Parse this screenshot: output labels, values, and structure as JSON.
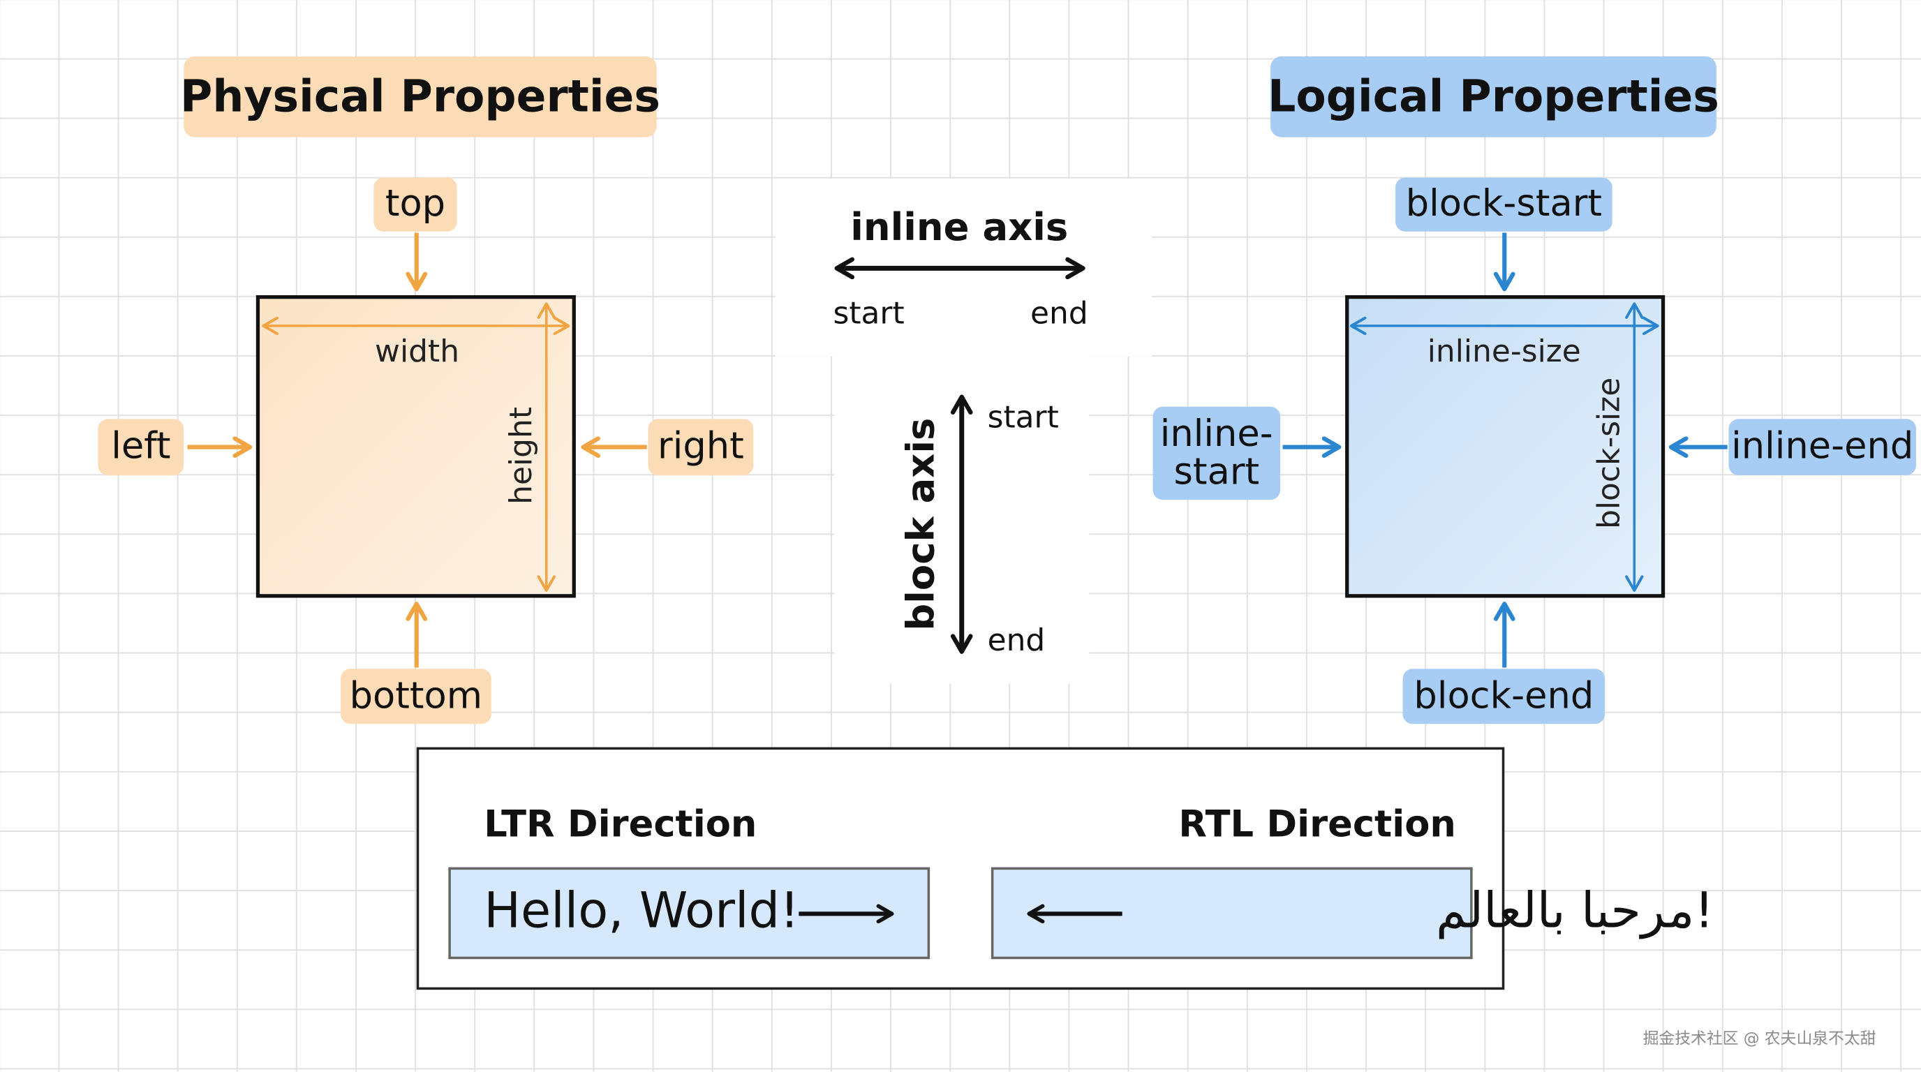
{
  "colors": {
    "physical_accent": "#f0a542",
    "physical_fill": "#fde8cf",
    "physical_pill": "#fcdcb6",
    "logical_accent": "#2a86d1",
    "logical_fill": "#cfe3f8",
    "logical_pill": "#a7cdf5",
    "sample_fill": "#d6e8fb",
    "grid_line": "#e1e1e1"
  },
  "physical": {
    "title": "Physical Properties",
    "top": "top",
    "left": "left",
    "right": "right",
    "bottom": "bottom",
    "width": "width",
    "height": "height"
  },
  "logical": {
    "title": "Logical Properties",
    "block_start": "block-start",
    "inline_start_line1": "inline-",
    "inline_start_line2": "start",
    "inline_end": "inline-end",
    "block_end": "block-end",
    "inline_size": "inline-size",
    "block_size": "block-size"
  },
  "axes": {
    "inline_title": "inline axis",
    "inline_start": "start",
    "inline_end": "end",
    "block_title": "block axis",
    "block_start": "start",
    "block_end": "end"
  },
  "direction": {
    "ltr_title": "LTR Direction",
    "rtl_title": "RTL Direction",
    "ltr_text": "Hello, World!",
    "rtl_text": "!مرحبا بالعالم"
  },
  "watermark": "掘金技术社区 @ 农夫山泉不太甜"
}
